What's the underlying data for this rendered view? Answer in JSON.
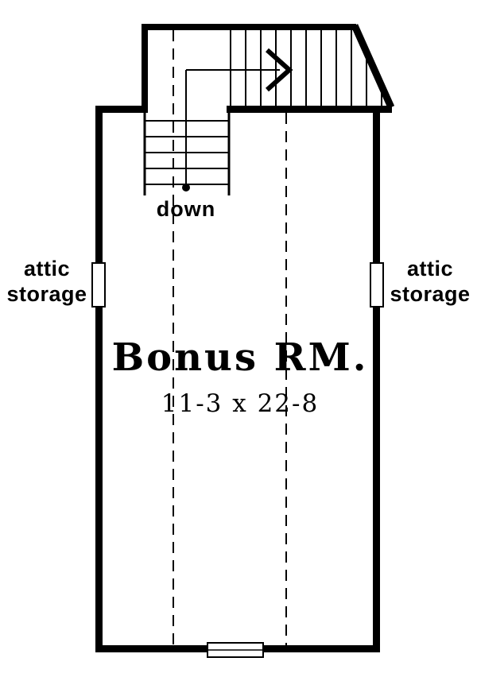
{
  "floor_plan": {
    "room": {
      "name": "Bonus RM.",
      "dimensions": "11-3 x 22-8"
    },
    "stairs": {
      "direction_label": "down"
    },
    "attic_storage_left": {
      "line1": "attic",
      "line2": "storage"
    },
    "attic_storage_right": {
      "line1": "attic",
      "line2": "storage"
    },
    "colors": {
      "line": "#000000",
      "background": "#ffffff"
    }
  }
}
